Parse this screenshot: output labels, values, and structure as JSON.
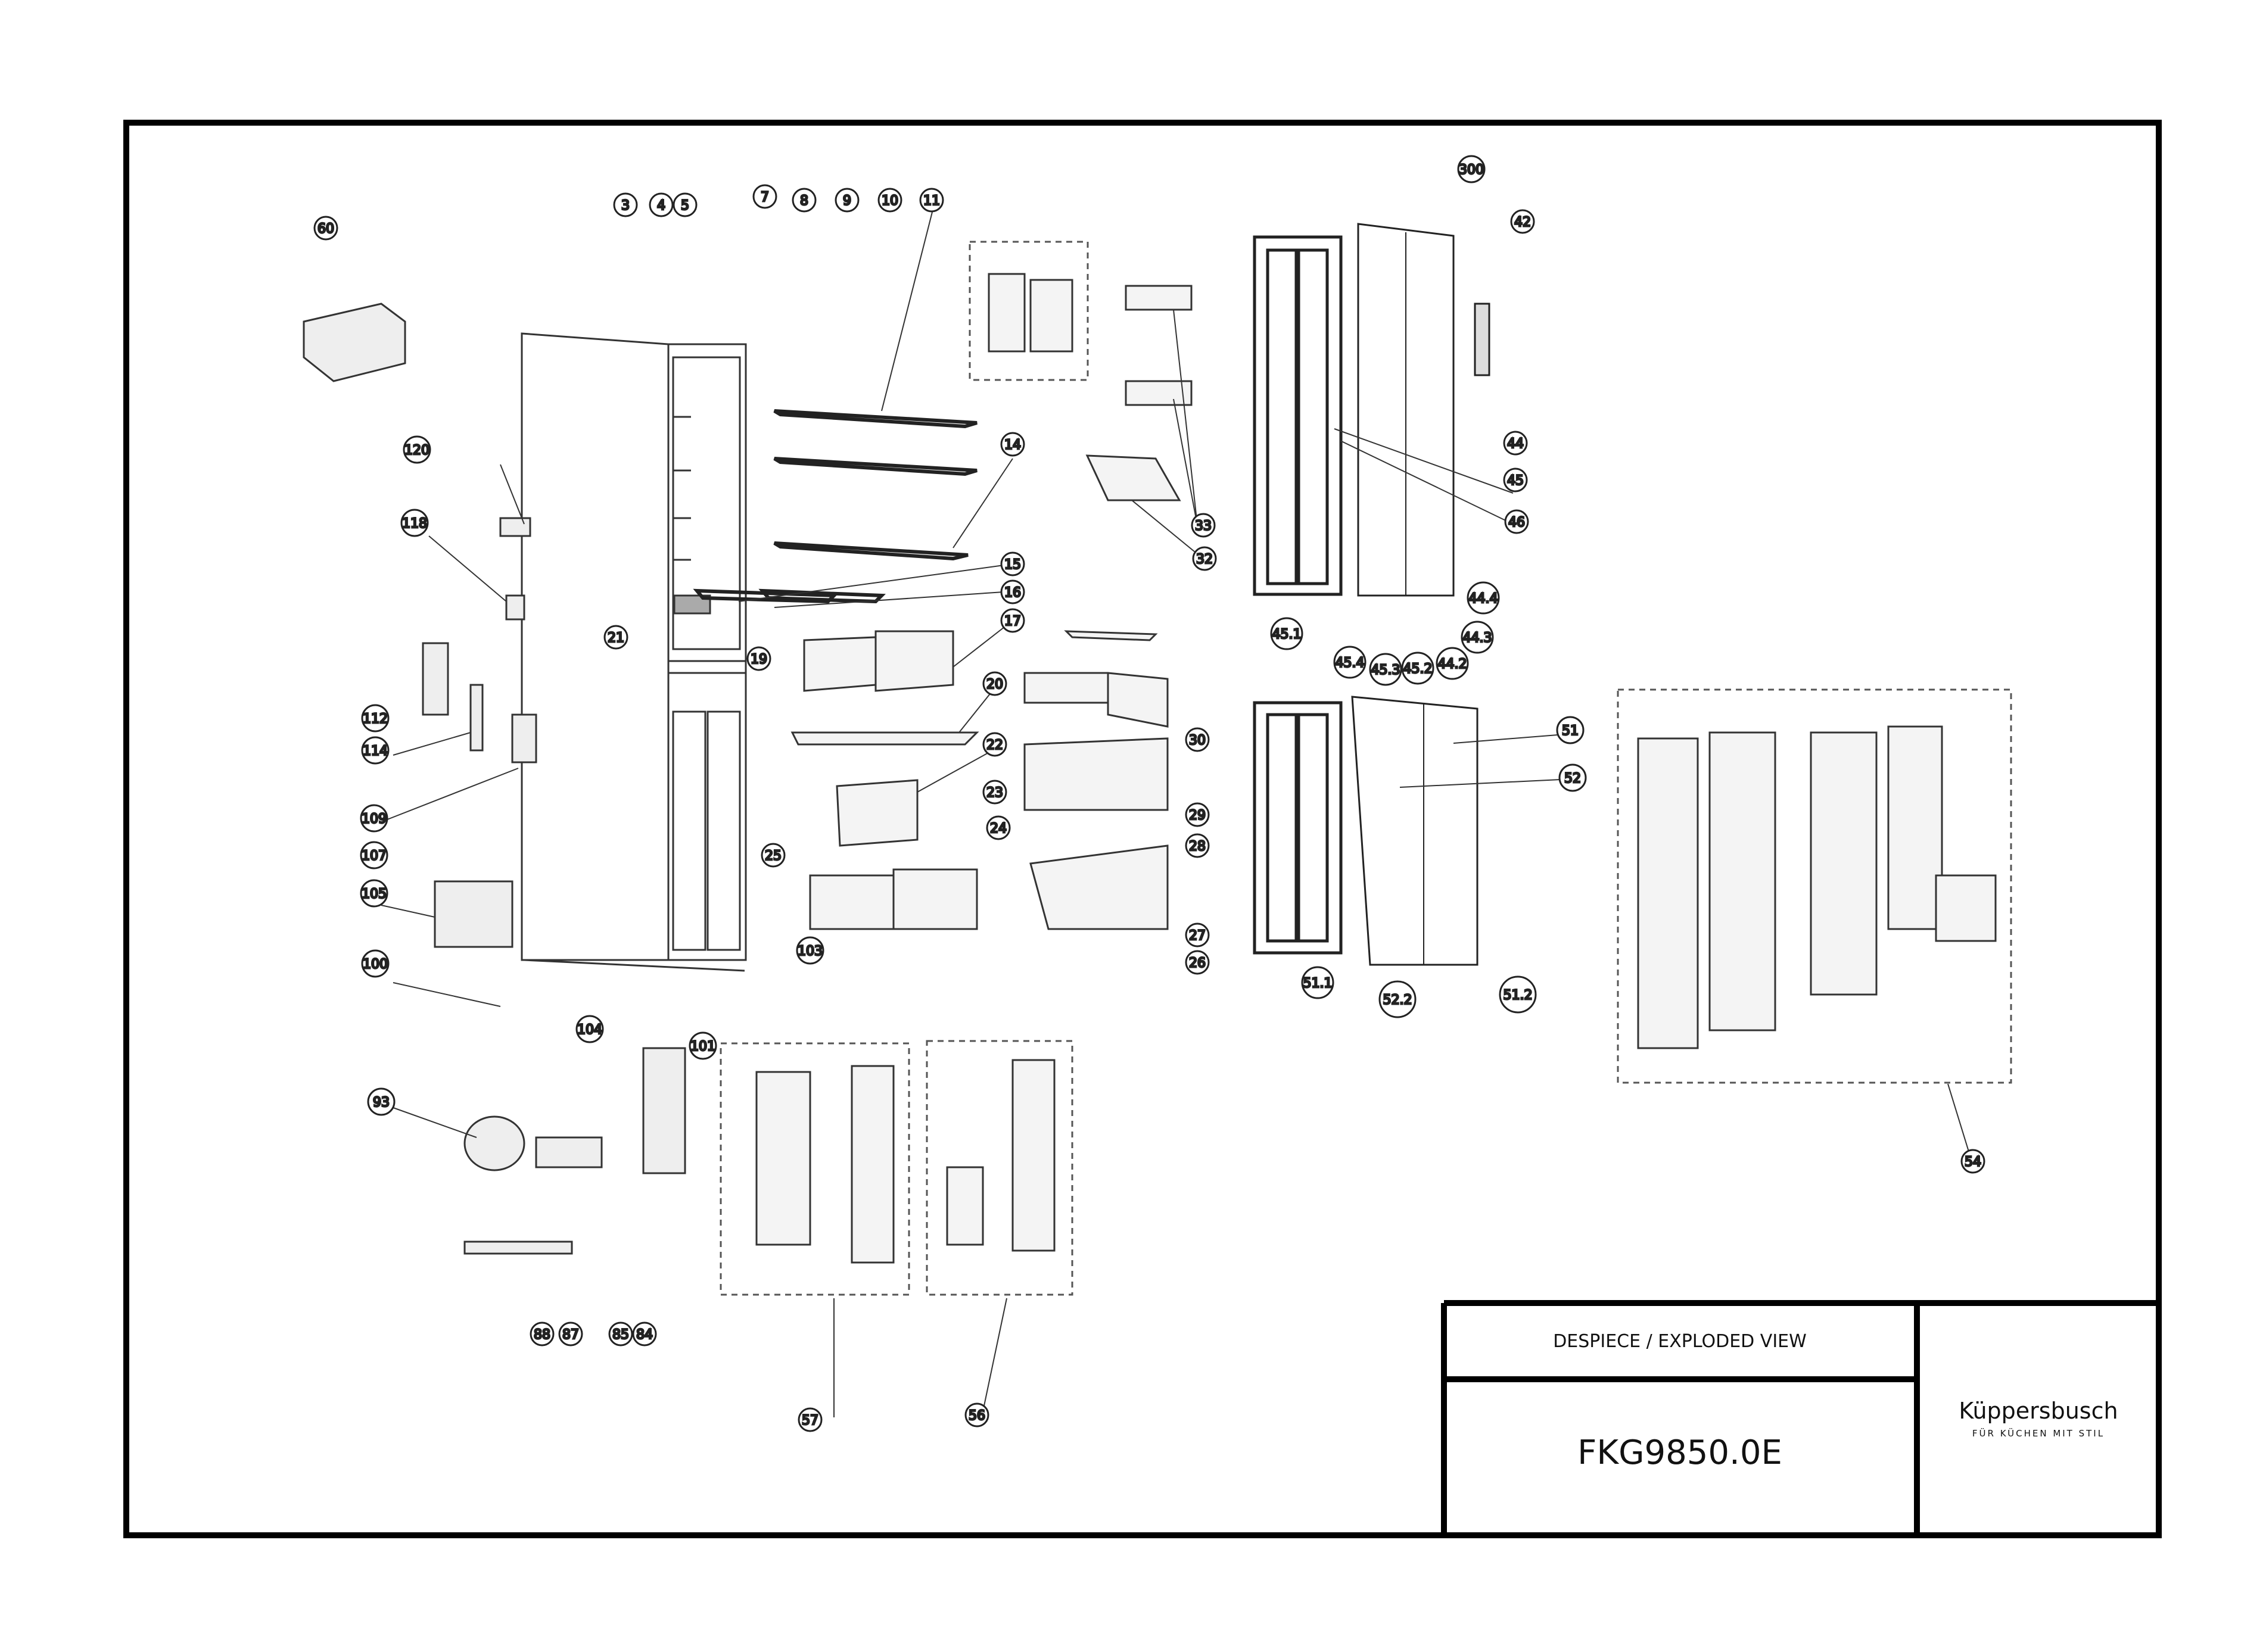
{
  "title_block": {
    "view_label": "DESPIECE / EXPLODED VIEW",
    "model": "FKG9850.0E",
    "brand": "Küppersbusch",
    "tagline": "FÜR KÜCHEN MIT STIL"
  },
  "part_labels": [
    "60",
    "3",
    "4",
    "5",
    "7",
    "8",
    "9",
    "10",
    "11",
    "300",
    "42",
    "120",
    "118",
    "21",
    "14",
    "15",
    "16",
    "17",
    "19",
    "20",
    "22",
    "23",
    "24",
    "25",
    "33",
    "32",
    "30",
    "29",
    "28",
    "27",
    "26",
    "44",
    "45",
    "46",
    "44.4",
    "44.3",
    "44.2",
    "45.1",
    "45.4",
    "45.3",
    "45.2",
    "51",
    "52",
    "51.1",
    "52.2",
    "51.2",
    "112",
    "114",
    "109",
    "107",
    "105",
    "100",
    "104",
    "103",
    "101",
    "93",
    "88",
    "87",
    "85",
    "84",
    "57",
    "56",
    "54"
  ],
  "colors": {
    "line": "#000000",
    "background": "#ffffff"
  }
}
